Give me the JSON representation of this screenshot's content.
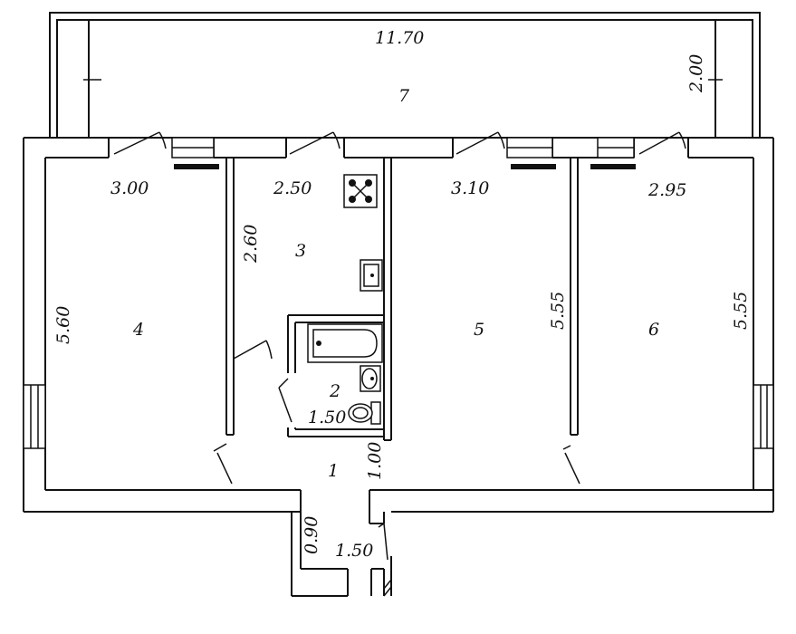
{
  "rooms": {
    "r1": "1",
    "r2": "2",
    "r3": "3",
    "r4": "4",
    "r5": "5",
    "r6": "6",
    "r7": "7"
  },
  "dimensions": {
    "balcony_length": "11.70",
    "balcony_depth": "2.00",
    "room4_width": "3.00",
    "room3_width": "2.50",
    "room5_width": "3.10",
    "room6_width": "2.95",
    "room4_depth": "5.60",
    "room3_depth": "2.60",
    "room5_depth": "5.55",
    "room6_depth": "5.55",
    "bath_width": "1.50",
    "hall_depth": "1.00",
    "entry_depth": "0.90",
    "entry_width": "1.50"
  }
}
